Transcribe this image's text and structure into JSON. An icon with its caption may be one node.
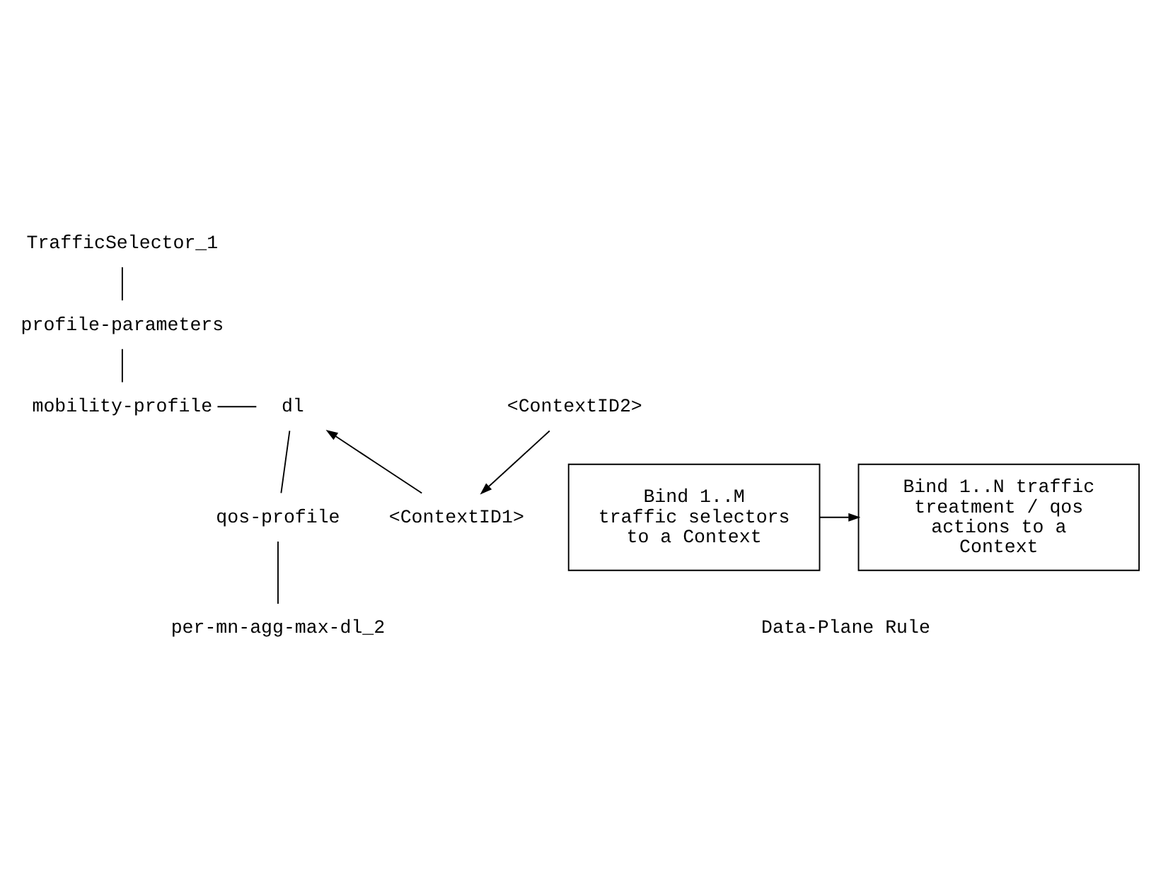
{
  "diagram": {
    "nodes": [
      {
        "text": [
          "TrafficSelector_1"
        ]
      },
      {
        "text": [
          "profile-parameters"
        ]
      },
      {
        "text": [
          "mobility-profile"
        ]
      },
      {
        "text": [
          "dl"
        ]
      },
      {
        "text": [
          "qos-profile"
        ]
      },
      {
        "text": [
          "per-mn-agg-max-dl_2"
        ]
      },
      {
        "text": [
          "<ContextID1>"
        ]
      },
      {
        "text": [
          "<ContextID2>"
        ]
      },
      {
        "text": [
          "Bind 1..M traffic selectors to a Context"
        ]
      },
      {
        "text": [
          "Bind 1..N traffic treatment / qos actions to a Context"
        ]
      }
    ],
    "edges": [
      {
        "from": 0,
        "to": 1,
        "arrow": "none"
      },
      {
        "from": 1,
        "to": 2,
        "arrow": "none"
      },
      {
        "from": 2,
        "to": 3,
        "arrow": "none"
      },
      {
        "from": 3,
        "to": 4,
        "arrow": "none"
      },
      {
        "from": 4,
        "to": 5,
        "arrow": "none"
      },
      {
        "from": 6,
        "to": 3,
        "arrow": "to"
      },
      {
        "from": 7,
        "to": 6,
        "arrow": "to"
      },
      {
        "from": 8,
        "to": 9,
        "arrow": "to"
      }
    ],
    "labels": [
      "Data-Plane Rule"
    ]
  }
}
